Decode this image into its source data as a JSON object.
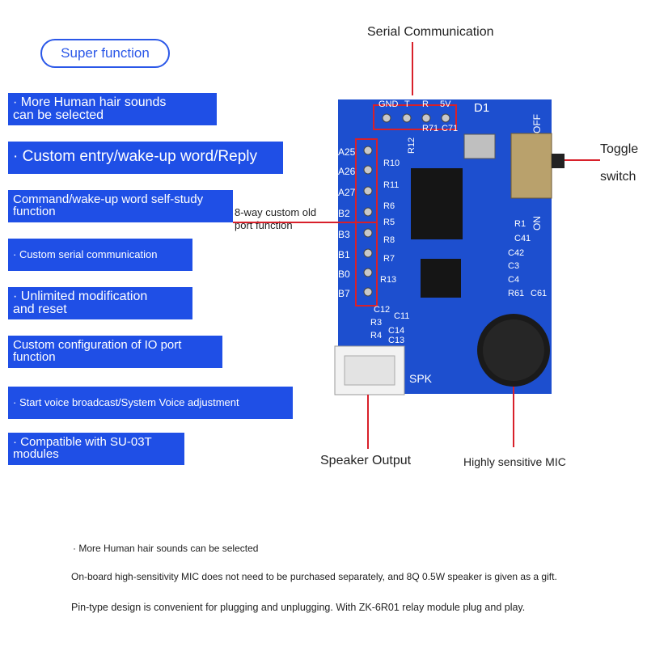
{
  "header": {
    "badge": "Super function"
  },
  "features": [
    {
      "line1": "· More Human hair sounds",
      "line2": "can be selected"
    },
    {
      "line1": "· Custom entry/wake-up word/Reply",
      "line2": ""
    },
    {
      "line1": "Command/wake-up word self-study",
      "line2": "function"
    },
    {
      "line1": "· Custom serial communication",
      "line2": ""
    },
    {
      "line1": "· Unlimited modification",
      "line2": "and reset"
    },
    {
      "line1": "Custom configuration of IO port",
      "line2": "function"
    },
    {
      "line1": "· Start voice broadcast/System Voice adjustment",
      "line2": ""
    },
    {
      "line1": "· Compatible with SU-03T",
      "line2": "modules"
    }
  ],
  "callouts": {
    "serial": "Serial Communication",
    "toggle_line1": "Toggle",
    "toggle_line2": "switch",
    "ports_line1": "8-way custom old",
    "ports_line2": "port function",
    "speaker": "Speaker Output",
    "mic": "Highly sensitive MIC"
  },
  "board": {
    "header_pins": [
      "GND",
      "T",
      "R",
      "5V"
    ],
    "diode": "D1",
    "off_label": "OFF",
    "on_label": "ON",
    "port_pins": [
      "A25",
      "A26",
      "A27",
      "B2",
      "B3",
      "B1",
      "B0",
      "B7"
    ],
    "speaker_label": "SPK",
    "components": [
      "R10",
      "R11",
      "R6",
      "R5",
      "R8",
      "R7",
      "R13",
      "R12",
      "R1",
      "C41",
      "C42",
      "C3",
      "C4",
      "R61",
      "C61",
      "C12",
      "R3",
      "R4",
      "C11",
      "C14",
      "C13",
      "R71",
      "C71"
    ]
  },
  "bottom_notes": [
    "· More Human hair sounds can be selected",
    "On-board high-sensitivity MIC does not need to be purchased separately, and 8Q 0.5W speaker is given as a gift.",
    "Pin-type design is convenient for plugging and unplugging. With ZK-6R01 relay module plug and play."
  ],
  "colors": {
    "accent": "#1f4fe6",
    "board": "#1d4fcf",
    "annotation": "#d8202a"
  }
}
